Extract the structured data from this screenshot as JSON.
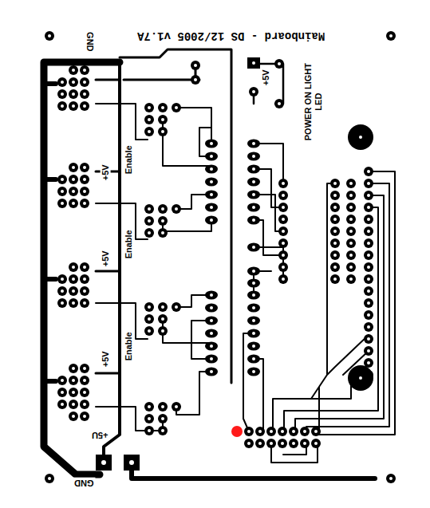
{
  "diagram": {
    "labels": [
      "Mainboard - DS 12/2005 v1.7A",
      "GND",
      "+5V",
      "POWER ON LIGHT LED",
      "Enable",
      "+5V",
      "Enable",
      "+5V",
      "Enable",
      "+5V",
      "+5U",
      "GND"
    ]
  }
}
